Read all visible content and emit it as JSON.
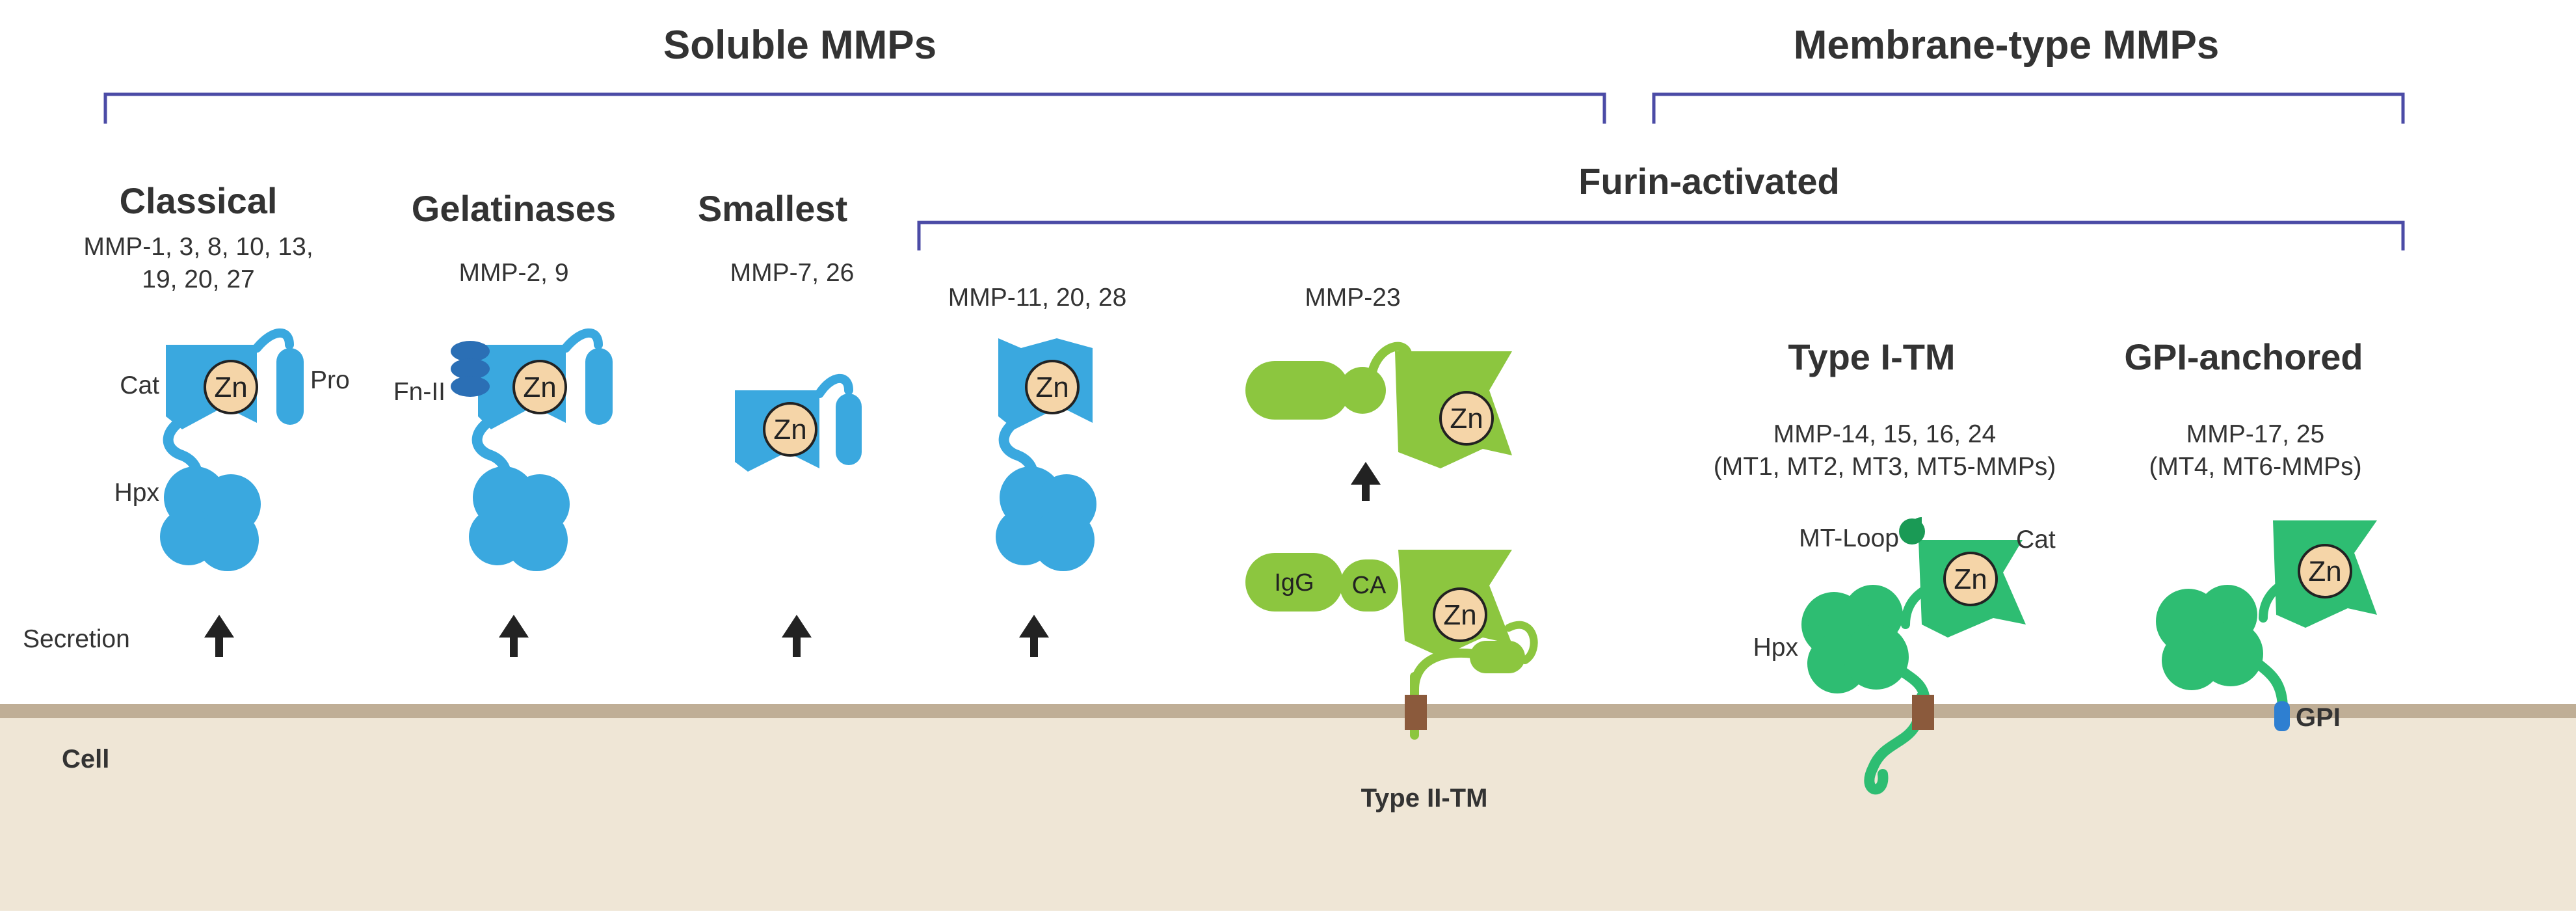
{
  "groups": {
    "soluble": "Soluble MMPs",
    "membrane": "Membrane-type MMPs",
    "furin": "Furin-activated"
  },
  "classes": {
    "classical": {
      "title": "Classical",
      "members_line1": "MMP-1, 3, 8, 10, 13,",
      "members_line2": "19, 20, 27"
    },
    "gelatinases": {
      "title": "Gelatinases",
      "members": "MMP-2, 9"
    },
    "smallest": {
      "title": "Smallest",
      "members": "MMP-7, 26"
    },
    "furin_soluble": {
      "members": "MMP-11, 20, 28"
    },
    "mmp23": {
      "members": "MMP-23"
    },
    "type1": {
      "title": "Type I-TM",
      "members_line1": "MMP-14, 15, 16, 24",
      "members_line2": "(MT1, MT2, MT3, MT5-MMPs)"
    },
    "gpi": {
      "title": "GPI-anchored",
      "members_line1": "MMP-17, 25",
      "members_line2": "(MT4, MT6-MMPs)"
    }
  },
  "labels": {
    "cat": "Cat",
    "pro": "Pro",
    "hpx": "Hpx",
    "fn2": "Fn-II",
    "zn": "Zn",
    "igg": "IgG",
    "ca": "CA",
    "mt_loop": "MT-Loop",
    "secretion": "Secretion",
    "cell": "Cell",
    "type2": "Type II-TM",
    "gpi": "GPI"
  },
  "colors": {
    "soluble_blue": "#3aa8df",
    "fn2_blue": "#2b6fb5",
    "mmp23_green": "#8cc63f",
    "mt_green": "#2ebd72",
    "mt_loop_green": "#1a9a55",
    "zinc": "#f5d5a8",
    "membrane": "#bfae96",
    "cell": "#efe6d6",
    "bracket": "#4b4ba6",
    "anchor": "#8b5a3c",
    "gpi_blue": "#2e7fd1"
  }
}
